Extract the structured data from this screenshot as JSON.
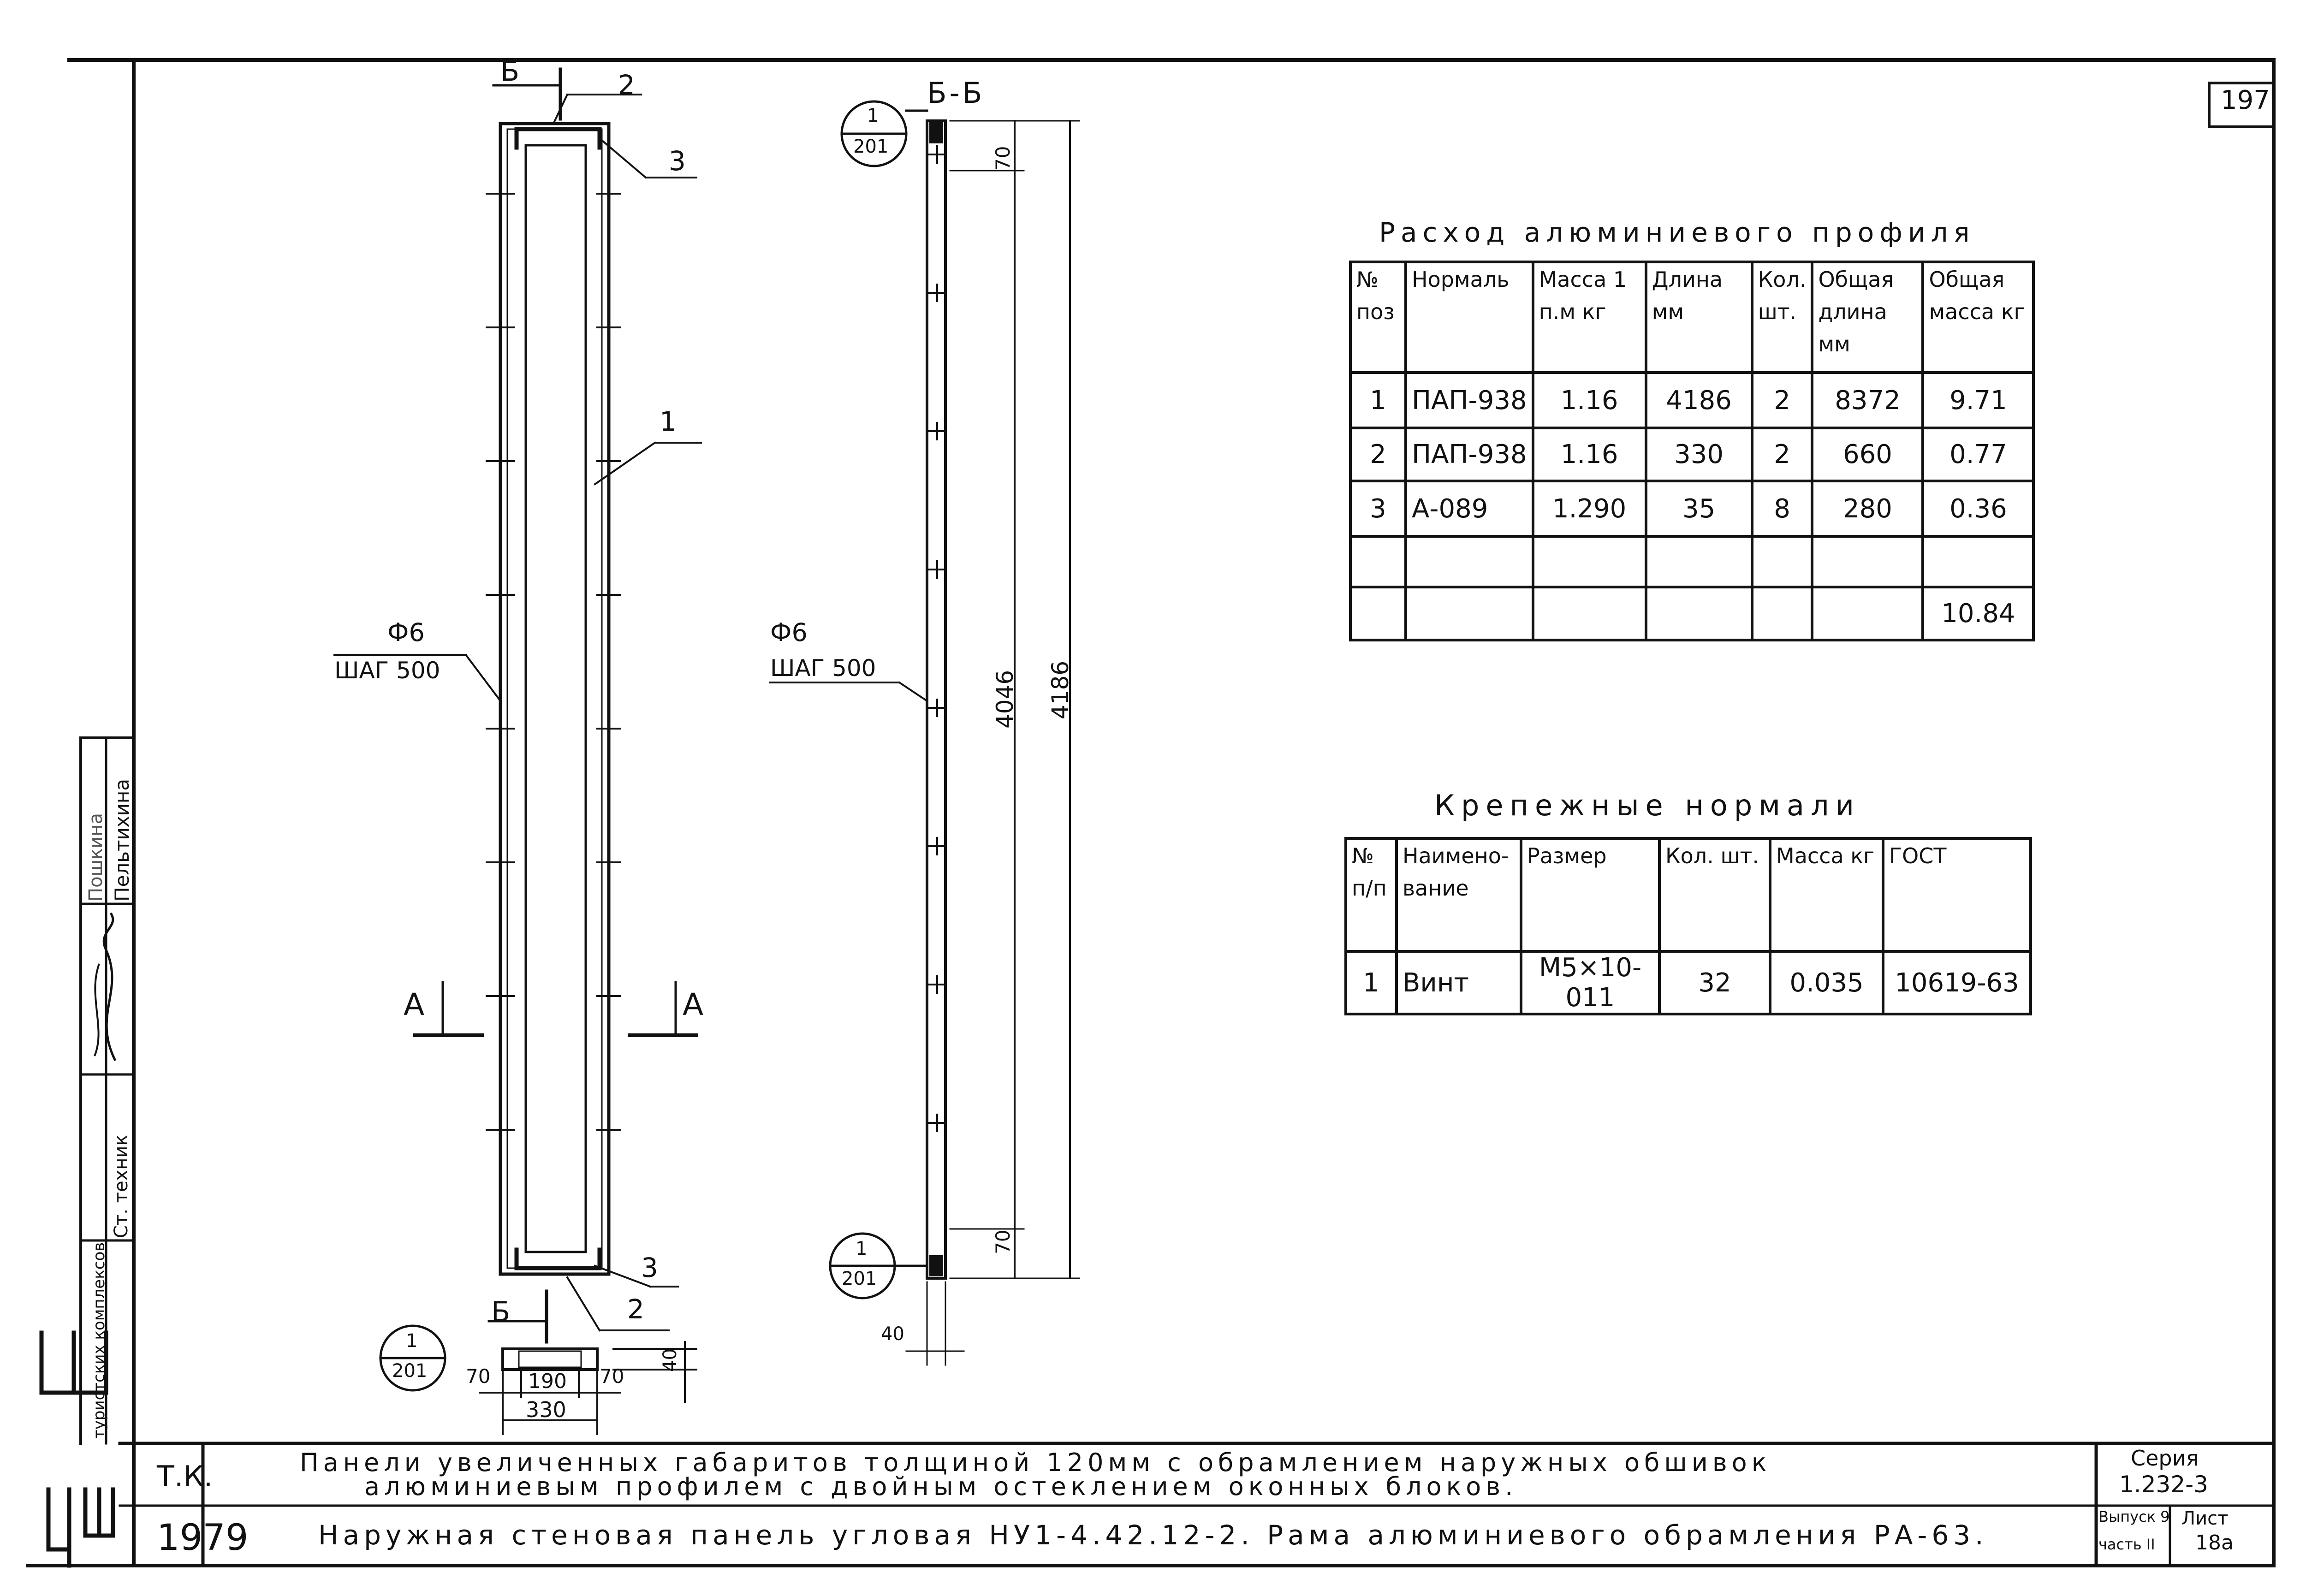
{
  "page_number": "197",
  "section_label": "Б-Б",
  "section_mark_b_top": "Б",
  "section_mark_b_bottom": "Б",
  "section_mark_a_left": "А",
  "section_mark_a_right": "А",
  "callouts": {
    "top_left_num": "1",
    "top_left_den": "201",
    "mid_bottom_num": "1",
    "mid_bottom_den": "201",
    "bottom_left_num": "1",
    "bottom_left_den": "201"
  },
  "positions": {
    "p1": "1",
    "p2_top": "2",
    "p3_top": "3",
    "p2_bottom": "2",
    "p3_bottom": "3"
  },
  "rod_left": {
    "dia": "Ф6",
    "step": "ШАГ 500"
  },
  "rod_right": {
    "dia": "Ф6",
    "step": "ШАГ 500"
  },
  "dims": {
    "d70_top": "70",
    "d4046": "4046",
    "d4186": "4186",
    "d70_bottom": "70",
    "d40_side": "40",
    "d70_left": "70",
    "d190": "190",
    "d70_right": "70",
    "d40_plan": "40",
    "d330": "330"
  },
  "profile_table": {
    "title": "Расход алюминиевого профиля",
    "headers": [
      "№ поз",
      "Нормаль",
      "Масса 1 п.м кг",
      "Длина мм",
      "Кол. шт.",
      "Общая длина мм",
      "Общая масса кг"
    ],
    "rows": [
      [
        "1",
        "ПАП-938",
        "1.16",
        "4186",
        "2",
        "8372",
        "9.71"
      ],
      [
        "2",
        "ПАП-938",
        "1.16",
        "330",
        "2",
        "660",
        "0.77"
      ],
      [
        "3",
        "А-089",
        "1.290",
        "35",
        "8",
        "280",
        "0.36"
      ],
      [
        "",
        "",
        "",
        "",
        "",
        "",
        ""
      ],
      [
        "",
        "",
        "",
        "",
        "",
        "",
        "10.84"
      ]
    ]
  },
  "fastener_table": {
    "title": "Крепежные нормали",
    "headers": [
      "№ п/п",
      "Наимено-вание",
      "Размер",
      "Кол. шт.",
      "Масса кг",
      "ГОСТ"
    ],
    "rows": [
      [
        "1",
        "Винт",
        "М5×10-011",
        "32",
        "0.035",
        "10619-63"
      ]
    ]
  },
  "stamp": {
    "org_short": "Т.К.",
    "year": "1979",
    "title_line1": "Панели увеличенных габаритов толщиной 120мм с обрамлением наружных обшивок",
    "title_line2": "алюминиевым профилем с двойным остеклением оконных блоков.",
    "title_line3": "Наружная стеновая панель угловая НУ1-4.42.12-2. Рама алюминиевого обрамления РА-63.",
    "series_label": "Серия",
    "series_value": "1.232-3",
    "issue_label": "Выпуск 9",
    "part_label": "часть II",
    "sheet_label": "Лист",
    "sheet_value": "18а"
  },
  "side_stamp": {
    "dept": "туристских комплексов",
    "role_1": "Ст. техник",
    "name_1": "Пельтихина",
    "name_0": "Пошкина"
  }
}
